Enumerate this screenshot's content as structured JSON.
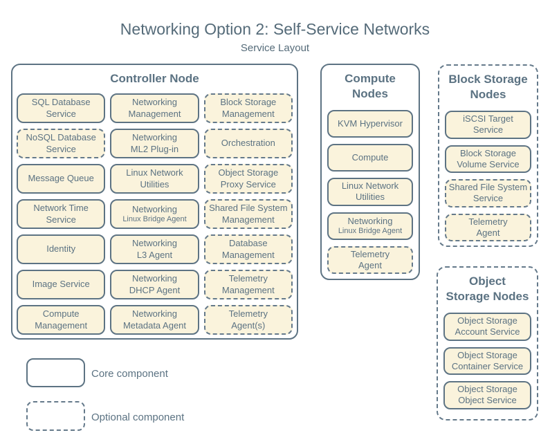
{
  "title": "Networking Option 2: Self-Service Networks",
  "subtitle": "Service Layout",
  "colors": {
    "background": "#ffffff",
    "box_fill": "#faf3dc",
    "line": "#5d7383",
    "optional_line": "#64798a",
    "text": "#5b7282"
  },
  "legend": {
    "core_label": "Core component",
    "optional_label": "Optional component"
  },
  "groups": {
    "controller": {
      "title_lines": [
        "Controller Node"
      ],
      "border": "solid",
      "items": [
        {
          "label": [
            "SQL Database",
            "Service"
          ],
          "type": "core"
        },
        {
          "label": [
            "Networking",
            "Management"
          ],
          "type": "core"
        },
        {
          "label": [
            "Block Storage",
            "Management"
          ],
          "type": "optional"
        },
        {
          "label": [
            "NoSQL Database",
            "Service"
          ],
          "type": "optional"
        },
        {
          "label": [
            "Networking",
            "ML2 Plug-in"
          ],
          "type": "core"
        },
        {
          "label": [
            "Orchestration"
          ],
          "type": "optional"
        },
        {
          "label": [
            "Message Queue"
          ],
          "type": "core"
        },
        {
          "label": [
            "Linux Network",
            "Utilities"
          ],
          "type": "core"
        },
        {
          "label": [
            "Object Storage",
            "Proxy Service"
          ],
          "type": "optional"
        },
        {
          "label": [
            "Network Time",
            "Service"
          ],
          "type": "core"
        },
        {
          "label": [
            "Networking"
          ],
          "sub": "Linux Bridge Agent",
          "type": "core"
        },
        {
          "label": [
            "Shared File System",
            "Management"
          ],
          "type": "optional"
        },
        {
          "label": [
            "Identity"
          ],
          "type": "core"
        },
        {
          "label": [
            "Networking",
            "L3 Agent"
          ],
          "type": "core"
        },
        {
          "label": [
            "Database",
            "Management"
          ],
          "type": "optional"
        },
        {
          "label": [
            "Image Service"
          ],
          "type": "core"
        },
        {
          "label": [
            "Networking",
            "DHCP Agent"
          ],
          "type": "core"
        },
        {
          "label": [
            "Telemetry",
            "Management"
          ],
          "type": "optional"
        },
        {
          "label": [
            "Compute",
            "Management"
          ],
          "type": "core"
        },
        {
          "label": [
            "Networking",
            "Metadata Agent"
          ],
          "type": "core"
        },
        {
          "label": [
            "Telemetry",
            "Agent(s)"
          ],
          "type": "optional"
        }
      ]
    },
    "compute": {
      "title_lines": [
        "Compute",
        "Nodes"
      ],
      "border": "solid",
      "items": [
        {
          "label": [
            "KVM Hypervisor"
          ],
          "type": "core"
        },
        {
          "label": [
            "Compute"
          ],
          "type": "core"
        },
        {
          "label": [
            "Linux Network",
            "Utilities"
          ],
          "type": "core"
        },
        {
          "label": [
            "Networking"
          ],
          "sub": "Linux Bridge Agent",
          "type": "core"
        },
        {
          "label": [
            "Telemetry",
            "Agent"
          ],
          "type": "optional"
        }
      ]
    },
    "block_storage": {
      "title_lines": [
        "Block Storage",
        "Nodes"
      ],
      "border": "dashed",
      "items": [
        {
          "label": [
            "iSCSI Target",
            "Service"
          ],
          "type": "core"
        },
        {
          "label": [
            "Block Storage",
            "Volume Service"
          ],
          "type": "core"
        },
        {
          "label": [
            "Shared File System",
            "Service"
          ],
          "type": "optional"
        },
        {
          "label": [
            "Telemetry",
            "Agent"
          ],
          "type": "optional"
        }
      ]
    },
    "object_storage": {
      "title_lines": [
        "Object",
        "Storage Nodes"
      ],
      "border": "dashed",
      "items": [
        {
          "label": [
            "Object Storage",
            "Account Service"
          ],
          "type": "core"
        },
        {
          "label": [
            "Object Storage",
            "Container Service"
          ],
          "type": "core"
        },
        {
          "label": [
            "Object Storage",
            "Object Service"
          ],
          "type": "core"
        }
      ]
    }
  }
}
